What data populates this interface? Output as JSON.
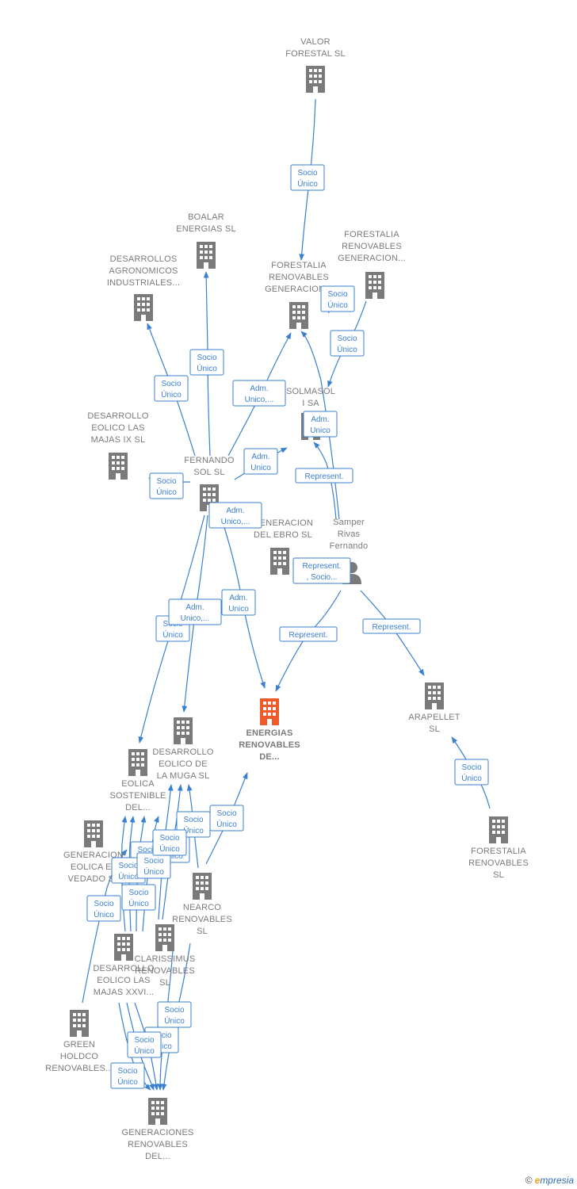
{
  "nodes": [
    {
      "id": "valor",
      "kind": "company",
      "lines": [
        "VALOR",
        "FORESTAL SL"
      ]
    },
    {
      "id": "boalar",
      "kind": "company",
      "lines": [
        "BOALAR",
        "ENERGIAS  SL"
      ]
    },
    {
      "id": "desagron",
      "kind": "company",
      "lines": [
        "DESARROLLOS",
        "AGRONOMICOS",
        "INDUSTRIALES..."
      ]
    },
    {
      "id": "forgen1",
      "kind": "company",
      "lines": [
        "FORESTALIA",
        "RENOVABLES",
        "GENERACION..."
      ]
    },
    {
      "id": "forgen2",
      "kind": "company",
      "lines": [
        "FORESTALIA",
        "RENOVABLES",
        "GENERACION..."
      ]
    },
    {
      "id": "solmasol",
      "kind": "company",
      "lines": [
        "SOLMASOL",
        "I SA"
      ]
    },
    {
      "id": "deslasmajas9",
      "kind": "company",
      "lines": [
        "DESARROLLO",
        "EOLICO LAS",
        "MAJAS IX  SL"
      ]
    },
    {
      "id": "fernando",
      "kind": "company",
      "lines": [
        "FERNANDO",
        "SOL SL"
      ]
    },
    {
      "id": "genebro",
      "kind": "company",
      "lines": [
        "GENERACION",
        "DEL EBRO  SL"
      ]
    },
    {
      "id": "samper",
      "kind": "person",
      "lines": [
        "Samper",
        "Rivas",
        "Fernando"
      ]
    },
    {
      "id": "energias",
      "kind": "main",
      "lines": [
        "ENERGIAS",
        "RENOVABLES",
        "DE..."
      ]
    },
    {
      "id": "arapellet",
      "kind": "company",
      "lines": [
        "ARAPELLET",
        "SL"
      ]
    },
    {
      "id": "desmuga",
      "kind": "company",
      "lines": [
        "DESARROLLO",
        "EOLICO DE",
        "LA MUGA SL"
      ]
    },
    {
      "id": "eolsost",
      "kind": "company",
      "lines": [
        "EOLICA",
        "SOSTENIBLE",
        "DEL..."
      ]
    },
    {
      "id": "geneolico",
      "kind": "company",
      "lines": [
        "GENERACION",
        "EOLICA EL",
        "VEDADO SL"
      ]
    },
    {
      "id": "nearco",
      "kind": "company",
      "lines": [
        "NEARCO",
        "RENOVABLES",
        "SL"
      ]
    },
    {
      "id": "forsl",
      "kind": "company",
      "lines": [
        "FORESTALIA",
        "RENOVABLES",
        "SL"
      ]
    },
    {
      "id": "clarissimus",
      "kind": "company",
      "lines": [
        "CLARISSIMUS",
        "RENOVABLES",
        "SL"
      ]
    },
    {
      "id": "deslasmajas26",
      "kind": "company",
      "lines": [
        "DESARROLLO",
        "EOLICO LAS",
        "MAJAS XXVI..."
      ]
    },
    {
      "id": "green",
      "kind": "company",
      "lines": [
        "GREEN",
        "HOLDCO",
        "RENOVABLES..."
      ]
    },
    {
      "id": "genrenov",
      "kind": "company",
      "lines": [
        "GENERACIONES",
        "RENOVABLES",
        "DEL..."
      ]
    }
  ],
  "edges": [
    {
      "id": "e1",
      "lines": [
        "Socio",
        "Único"
      ]
    },
    {
      "id": "e2",
      "lines": [
        "Socio",
        "Único"
      ]
    },
    {
      "id": "e3",
      "lines": [
        "Socio",
        "Único"
      ]
    },
    {
      "id": "e4",
      "lines": [
        "Socio",
        "Único"
      ]
    },
    {
      "id": "e5",
      "lines": [
        "Socio",
        "Único"
      ]
    },
    {
      "id": "e6",
      "lines": [
        "Adm.",
        "Unico,..."
      ]
    },
    {
      "id": "e7",
      "lines": [
        "Adm.",
        "Unico"
      ]
    },
    {
      "id": "e8",
      "lines": [
        "Adm.",
        "Unico"
      ]
    },
    {
      "id": "e9",
      "lines": [
        "Represent."
      ]
    },
    {
      "id": "e10",
      "lines": [
        "Socio",
        "Único"
      ]
    },
    {
      "id": "e11",
      "lines": [
        "Adm.",
        "Unico,..."
      ]
    },
    {
      "id": "e12",
      "lines": [
        "Represent.",
        ", Socio..."
      ]
    },
    {
      "id": "e13",
      "lines": [
        "Adm.",
        "Unico"
      ]
    },
    {
      "id": "e14",
      "lines": [
        "Represent."
      ]
    },
    {
      "id": "e15",
      "lines": [
        "Represent."
      ]
    },
    {
      "id": "e16",
      "lines": [
        "Socio",
        "Único"
      ]
    },
    {
      "id": "e17",
      "lines": [
        "Socio",
        "Único"
      ]
    },
    {
      "id": "e18",
      "lines": [
        "Adm.",
        "Unico,..."
      ]
    },
    {
      "id": "e19",
      "lines": [
        "Socio",
        "Único"
      ]
    },
    {
      "id": "e20",
      "lines": [
        "Socio",
        "Único"
      ]
    },
    {
      "id": "e21",
      "lines": [
        "Socio",
        "Único"
      ]
    },
    {
      "id": "e22",
      "lines": [
        "Socio",
        "Único"
      ]
    },
    {
      "id": "e23",
      "lines": [
        "Socio",
        "Único"
      ]
    },
    {
      "id": "e24",
      "lines": [
        "Socio",
        "Único"
      ]
    },
    {
      "id": "e25",
      "lines": [
        "Socio",
        "Único"
      ]
    },
    {
      "id": "e26",
      "lines": [
        "Socio",
        "Único"
      ]
    },
    {
      "id": "e27",
      "lines": [
        "Socio",
        "Único"
      ]
    },
    {
      "id": "e28",
      "lines": [
        "Socio",
        "Único"
      ]
    },
    {
      "id": "e29",
      "lines": [
        "Socio",
        "Único"
      ]
    },
    {
      "id": "e30",
      "lines": [
        "Socio",
        "Único"
      ]
    },
    {
      "id": "e31",
      "lines": [
        "Socio",
        "Único"
      ]
    }
  ],
  "colors": {
    "accent": "#3a7fd0",
    "building": "#7a7a7a",
    "main_building": "#f05a28"
  },
  "footer": {
    "copyright": "©",
    "brand_initial": "e",
    "brand_rest": "mpresia"
  }
}
